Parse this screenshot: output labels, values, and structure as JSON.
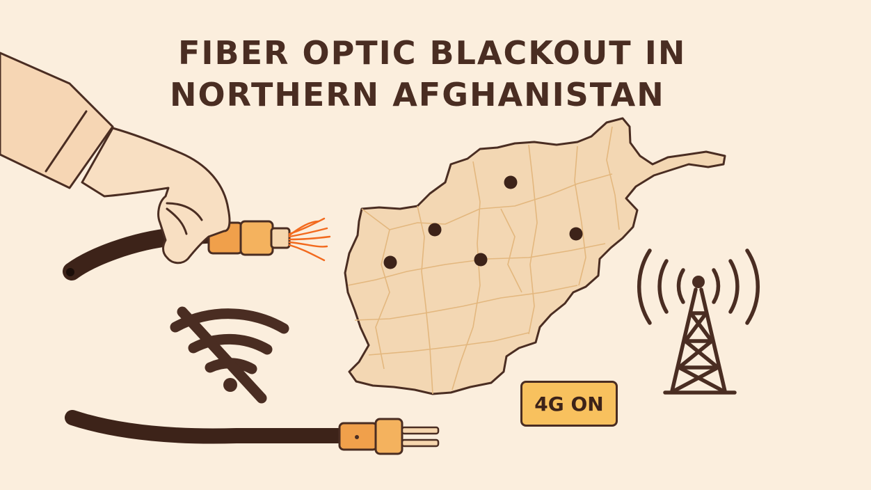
{
  "headline": {
    "line1": "FIBER OPTIC BLACKOUT IN",
    "line2": "NORTHERN AFGHANISTAN"
  },
  "status_badge": {
    "label": "4G ON"
  },
  "icons": [
    "hand-holding-cable-icon",
    "severed-fiber-cable-icon",
    "wifi-off-icon",
    "plugged-cable-icon",
    "afghanistan-map",
    "cell-tower-icon"
  ],
  "colors": {
    "background": "#fbeedd",
    "ink": "#4a2d22",
    "map_fill": "#f3d7b3",
    "accent_orange": "#f0a04b",
    "fiber_orange": "#f26a1e",
    "badge_fill": "#f8c15e"
  }
}
